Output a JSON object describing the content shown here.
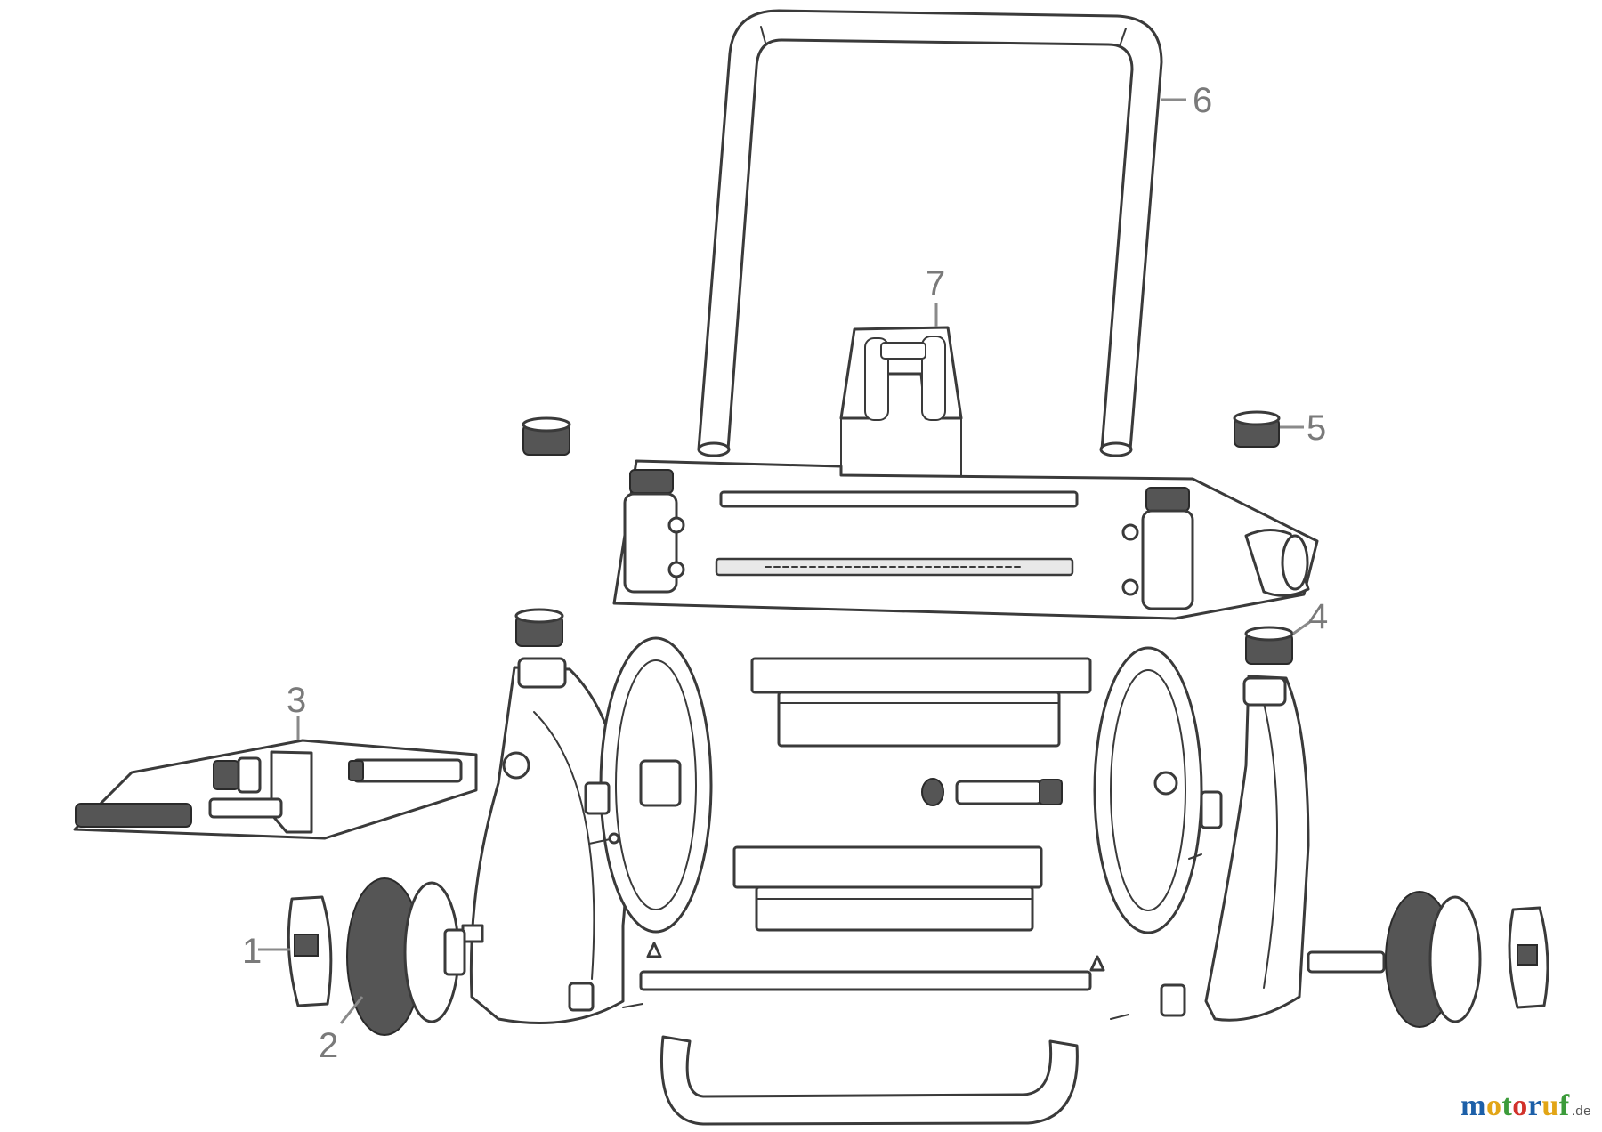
{
  "callouts": {
    "c1": "1",
    "c2": "2",
    "c3": "3",
    "c4": "4",
    "c5": "5",
    "c6": "6",
    "c7": "7"
  },
  "brand": {
    "letters": [
      "m",
      "o",
      "t",
      "o",
      "r",
      "u",
      "f"
    ],
    "suffix": ".de",
    "colors": [
      "#1c5fa8",
      "#e2a516",
      "#3c9b3a",
      "#d1322b",
      "#1c5fa8",
      "#e2a516",
      "#3c9b3a"
    ]
  },
  "palette": {
    "line": "#3a3a3a",
    "callout": "#7a7a7a",
    "knurl": "#555555"
  }
}
